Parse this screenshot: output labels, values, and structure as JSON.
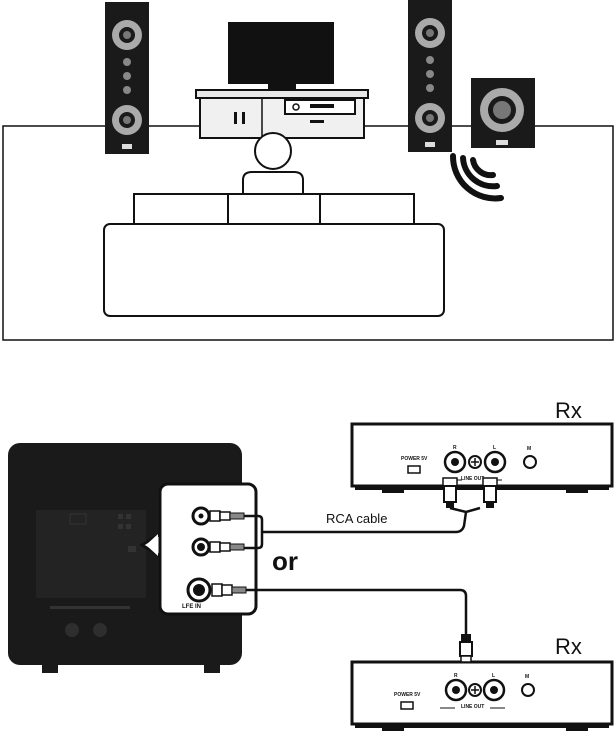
{
  "labels": {
    "rx_top": "Rx",
    "rx_bottom": "Rx",
    "rca_cable": "RCA cable",
    "or": "or",
    "lfe_in": "LFE IN",
    "power_top": "POWER 5V",
    "power_bottom": "POWER 5V",
    "line_out_top": "LINE OUT",
    "line_out_bottom": "LINE OUT",
    "r_top": "R",
    "l_top": "L",
    "m_top": "M",
    "r_bottom": "R",
    "l_bottom": "L",
    "m_bottom": "M"
  }
}
